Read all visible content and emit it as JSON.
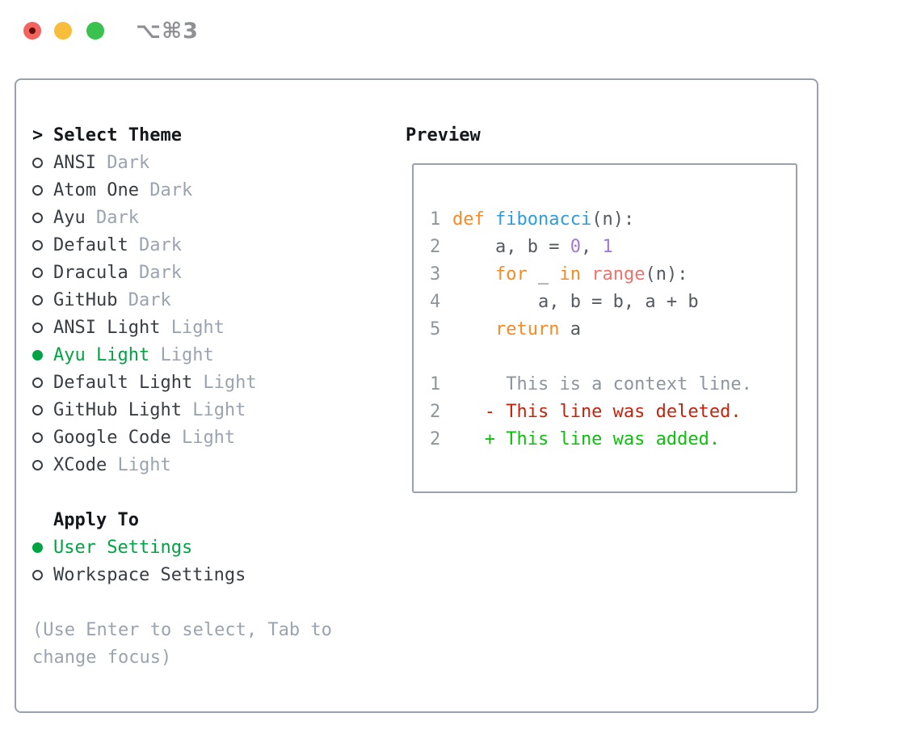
{
  "window": {
    "title": "⌥⌘3"
  },
  "theme_panel": {
    "prompt": ">",
    "header": "Select Theme",
    "items": [
      {
        "name": "ANSI",
        "variant": "Dark",
        "selected": false
      },
      {
        "name": "Atom One",
        "variant": "Dark",
        "selected": false
      },
      {
        "name": "Ayu",
        "variant": "Dark",
        "selected": false
      },
      {
        "name": "Default",
        "variant": "Dark",
        "selected": false
      },
      {
        "name": "Dracula",
        "variant": "Dark",
        "selected": false
      },
      {
        "name": "GitHub",
        "variant": "Dark",
        "selected": false
      },
      {
        "name": "ANSI Light",
        "variant": "Light",
        "selected": false
      },
      {
        "name": "Ayu Light",
        "variant": "Light",
        "selected": true
      },
      {
        "name": "Default Light",
        "variant": "Light",
        "selected": false
      },
      {
        "name": "GitHub Light",
        "variant": "Light",
        "selected": false
      },
      {
        "name": "Google Code",
        "variant": "Light",
        "selected": false
      },
      {
        "name": "XCode",
        "variant": "Light",
        "selected": false
      }
    ],
    "apply_header": "Apply To",
    "apply_items": [
      {
        "name": "User Settings",
        "selected": true
      },
      {
        "name": "Workspace Settings",
        "selected": false
      }
    ],
    "hint_line1": "(Use Enter to select, Tab to",
    "hint_line2": "change focus)"
  },
  "preview": {
    "header": "Preview",
    "lines": [
      {
        "num": "1",
        "tokens": [
          {
            "t": "def",
            "c": "kw"
          },
          {
            "t": " ",
            "c": "pl"
          },
          {
            "t": "fibonacci",
            "c": "fn"
          },
          {
            "t": "(n):",
            "c": "pl"
          }
        ]
      },
      {
        "num": "2",
        "tokens": [
          {
            "t": "    a, b = ",
            "c": "pl"
          },
          {
            "t": "0",
            "c": "nu"
          },
          {
            "t": ", ",
            "c": "pl"
          },
          {
            "t": "1",
            "c": "nu"
          }
        ]
      },
      {
        "num": "3",
        "tokens": [
          {
            "t": "    ",
            "c": "pl"
          },
          {
            "t": "for",
            "c": "kw"
          },
          {
            "t": " _ ",
            "c": "pl"
          },
          {
            "t": "in",
            "c": "kw"
          },
          {
            "t": " ",
            "c": "pl"
          },
          {
            "t": "range",
            "c": "bi"
          },
          {
            "t": "(n):",
            "c": "pl"
          }
        ]
      },
      {
        "num": "4",
        "tokens": [
          {
            "t": "        a, b = b, a + b",
            "c": "pl"
          }
        ]
      },
      {
        "num": "5",
        "tokens": [
          {
            "t": "    ",
            "c": "pl"
          },
          {
            "t": "return",
            "c": "kw"
          },
          {
            "t": " a",
            "c": "pl"
          }
        ]
      },
      {
        "num": "",
        "tokens": []
      },
      {
        "num": "1",
        "tokens": [
          {
            "t": "     This is a context line.",
            "c": "ctx"
          }
        ]
      },
      {
        "num": "2",
        "tokens": [
          {
            "t": "   - This line was deleted.",
            "c": "del"
          }
        ]
      },
      {
        "num": "2",
        "tokens": [
          {
            "t": "   + This line was added.",
            "c": "add"
          }
        ]
      }
    ]
  },
  "colors": {
    "border": "#98a1ac",
    "heading": "#14171b",
    "text": "#383d44",
    "muted": "#9aa4b1",
    "green": "#00a443",
    "linenum": "#8c95a0",
    "plain": "#545a61",
    "kw": "#f78a23",
    "fn": "#2d9de0",
    "bi": "#f3716b",
    "nu": "#a279cf",
    "ctx": "#8c95a0",
    "del": "#c5230d",
    "add": "#0cc10c",
    "light_red": "#f4645f",
    "light_yellow": "#f9bd3c",
    "light_green": "#39c24e",
    "red_dot": "#5c100a",
    "title_gray": "#8f9094"
  }
}
